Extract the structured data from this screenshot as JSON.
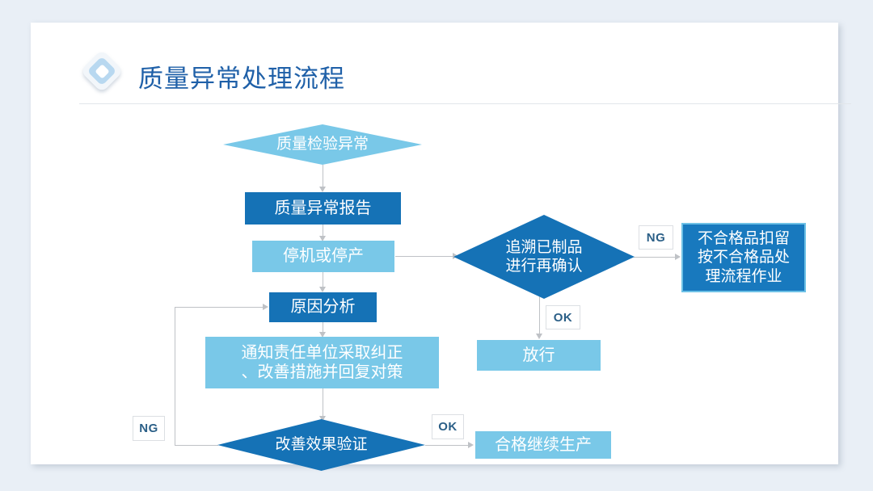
{
  "header": {
    "title": "质量异常处理流程",
    "logo_icon": "diamond-logo-icon",
    "title_color": "#1f60a8"
  },
  "colors": {
    "page_background": "#e9eff6",
    "card_background": "#ffffff",
    "light_blue": "#79c8e8",
    "dark_blue": "#1572b6",
    "mid_blue": "#1879be",
    "connector_gray": "#bfc2c6",
    "tag_text": "#2b5f87"
  },
  "chart_data": {
    "type": "flowchart",
    "title": "质量异常处理流程",
    "nodes": [
      {
        "id": "start",
        "label": "质量检验异常",
        "shape": "diamond",
        "fill": "light_blue"
      },
      {
        "id": "report",
        "label": "质量异常报告",
        "shape": "rect",
        "fill": "dark_blue"
      },
      {
        "id": "stop",
        "label": "停机或停产",
        "shape": "rect",
        "fill": "light_blue"
      },
      {
        "id": "trace",
        "label": "追溯已制品\n进行再确认",
        "shape": "diamond",
        "fill": "dark_blue"
      },
      {
        "id": "hold",
        "label": "不合格品扣留\n按不合格品处\n理流程作业",
        "shape": "rect",
        "fill": "mid_blue"
      },
      {
        "id": "release",
        "label": "放行",
        "shape": "rect",
        "fill": "light_blue"
      },
      {
        "id": "cause",
        "label": "原因分析",
        "shape": "rect",
        "fill": "dark_blue"
      },
      {
        "id": "notify",
        "label": "通知责任单位采取纠正\n、改善措施并回复对策",
        "shape": "rect",
        "fill": "light_blue"
      },
      {
        "id": "verify",
        "label": "改善效果验证",
        "shape": "diamond",
        "fill": "dark_blue"
      },
      {
        "id": "continue",
        "label": "合格继续生产",
        "shape": "rect",
        "fill": "light_blue"
      }
    ],
    "edges": [
      {
        "from": "start",
        "to": "report",
        "label": ""
      },
      {
        "from": "report",
        "to": "stop",
        "label": ""
      },
      {
        "from": "stop",
        "to": "trace",
        "label": ""
      },
      {
        "from": "trace",
        "to": "hold",
        "label": "NG"
      },
      {
        "from": "trace",
        "to": "release",
        "label": "OK"
      },
      {
        "from": "stop",
        "to": "cause",
        "label": ""
      },
      {
        "from": "cause",
        "to": "notify",
        "label": ""
      },
      {
        "from": "notify",
        "to": "verify",
        "label": ""
      },
      {
        "from": "verify",
        "to": "continue",
        "label": "OK"
      },
      {
        "from": "verify",
        "to": "cause",
        "label": "NG"
      }
    ]
  },
  "nodes": {
    "start": {
      "line1": "质量检验异常"
    },
    "report": {
      "line1": "质量异常报告"
    },
    "stop": {
      "line1": "停机或停产"
    },
    "trace": {
      "line1": "追溯已制品",
      "line2": "进行再确认"
    },
    "hold": {
      "line1": "不合格品扣留",
      "line2": "按不合格品处",
      "line3": "理流程作业"
    },
    "release": {
      "line1": "放行"
    },
    "cause": {
      "line1": "原因分析"
    },
    "notify": {
      "line1": "通知责任单位采取纠正",
      "line2": "、改善措施并回复对策"
    },
    "verify": {
      "line1": "改善效果验证"
    },
    "continue": {
      "line1": "合格继续生产"
    }
  },
  "tags": {
    "ng_trace": "NG",
    "ok_trace": "OK",
    "ok_verify": "OK",
    "ng_verify": "NG"
  }
}
